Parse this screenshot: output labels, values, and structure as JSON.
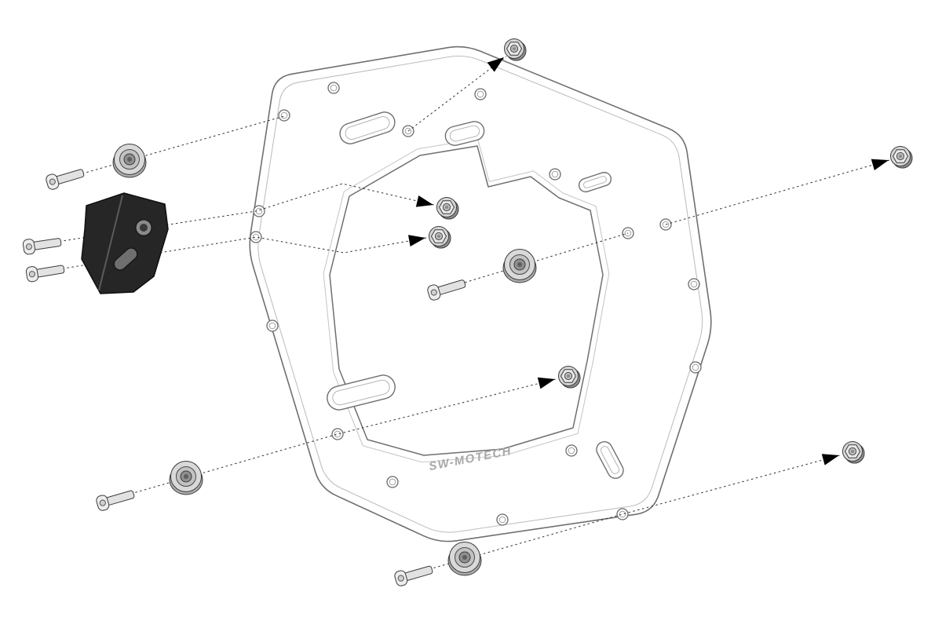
{
  "diagram": {
    "kind": "exploded-assembly-diagram",
    "brand_engraving": "SW-MOTECH",
    "parts": [
      {
        "name": "adapter-plate",
        "qty": 1
      },
      {
        "name": "flange-nut",
        "qty": 6
      },
      {
        "name": "countersunk-bolt",
        "qty": 6
      },
      {
        "name": "rubber-spacer",
        "qty": 4
      },
      {
        "name": "mounting-bracket",
        "qty": 1
      }
    ]
  },
  "colors": {
    "background": "#ffffff",
    "line": "#6f6f6f",
    "dashed": "#2e2e2e",
    "arrow": "#000000",
    "bracket": "#262626",
    "metal_light": "#ededed",
    "metal_mid": "#d6d6d6",
    "metal_dark": "#8f8f8f"
  }
}
